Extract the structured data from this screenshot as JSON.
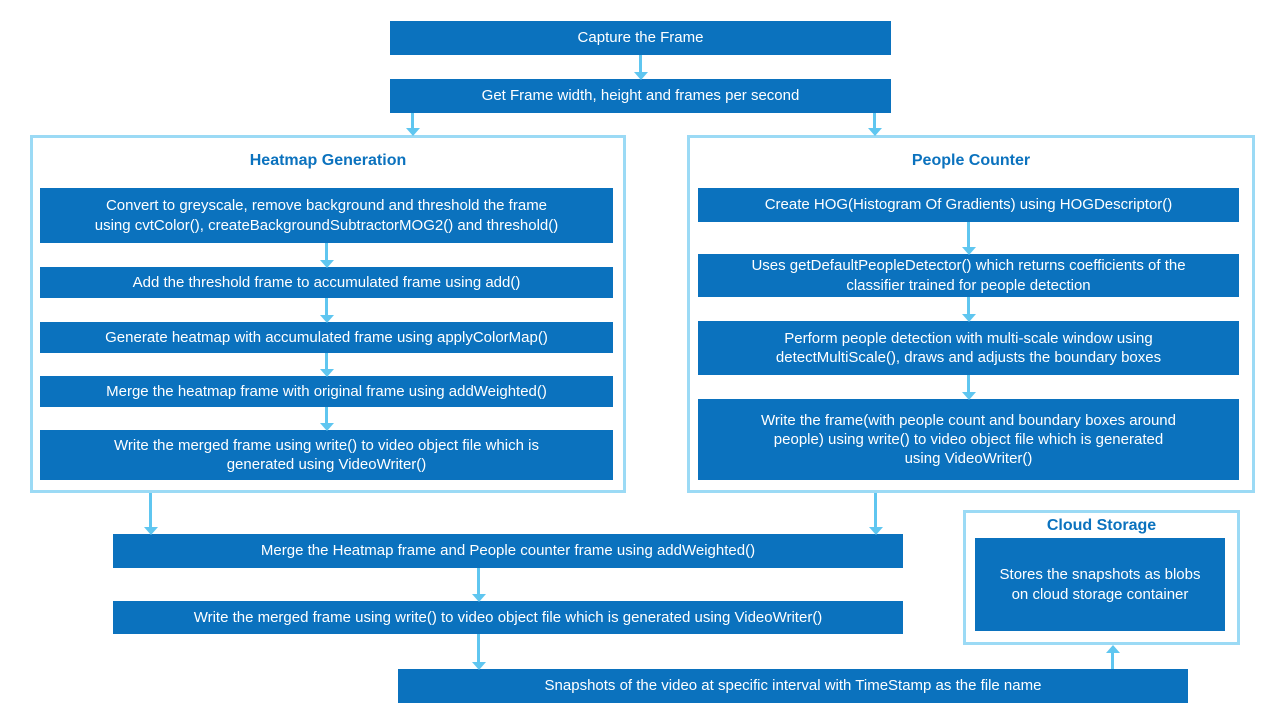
{
  "palette": {
    "node_fill": "#0B72BE",
    "node_text": "#FFFFFF",
    "group_border": "#9BDAF5",
    "arrow": "#5FC6F0",
    "title_text": "#0B72BE",
    "background": "#FFFFFF"
  },
  "flow": {
    "capture": "Capture the Frame",
    "get_frame": "Get Frame width, height and frames per second",
    "heatmap_group": {
      "title": "Heatmap Generation",
      "steps": [
        "Convert to greyscale, remove background and threshold the frame\nusing cvtColor(), createBackgroundSubtractorMOG2() and threshold()",
        "Add the threshold frame to accumulated frame using add()",
        "Generate heatmap with accumulated frame using applyColorMap()",
        "Merge the heatmap frame with original frame using addWeighted()",
        "Write the merged frame using write() to video object file which is\ngenerated using VideoWriter()"
      ]
    },
    "people_group": {
      "title": "People Counter",
      "steps": [
        "Create HOG(Histogram Of Gradients) using HOGDescriptor()",
        "Uses  getDefaultPeopleDetector() which returns coefficients of the\nclassifier trained for people detection",
        "Perform people detection with multi-scale window using\ndetectMultiScale(),  draws and adjusts the  boundary boxes",
        "Write the frame(with people count and boundary boxes around\npeople) using write() to video object file which is generated\nusing VideoWriter()"
      ]
    },
    "merge": "Merge the Heatmap frame and People counter frame using addWeighted()",
    "write_merged": "Write the merged frame using write() to video object file which is generated using VideoWriter()",
    "snapshots": "Snapshots of the video at specific interval with TimeStamp as the file name",
    "cloud_group": {
      "title": "Cloud Storage",
      "steps": [
        "Stores the snapshots as blobs\non cloud storage container"
      ]
    }
  }
}
